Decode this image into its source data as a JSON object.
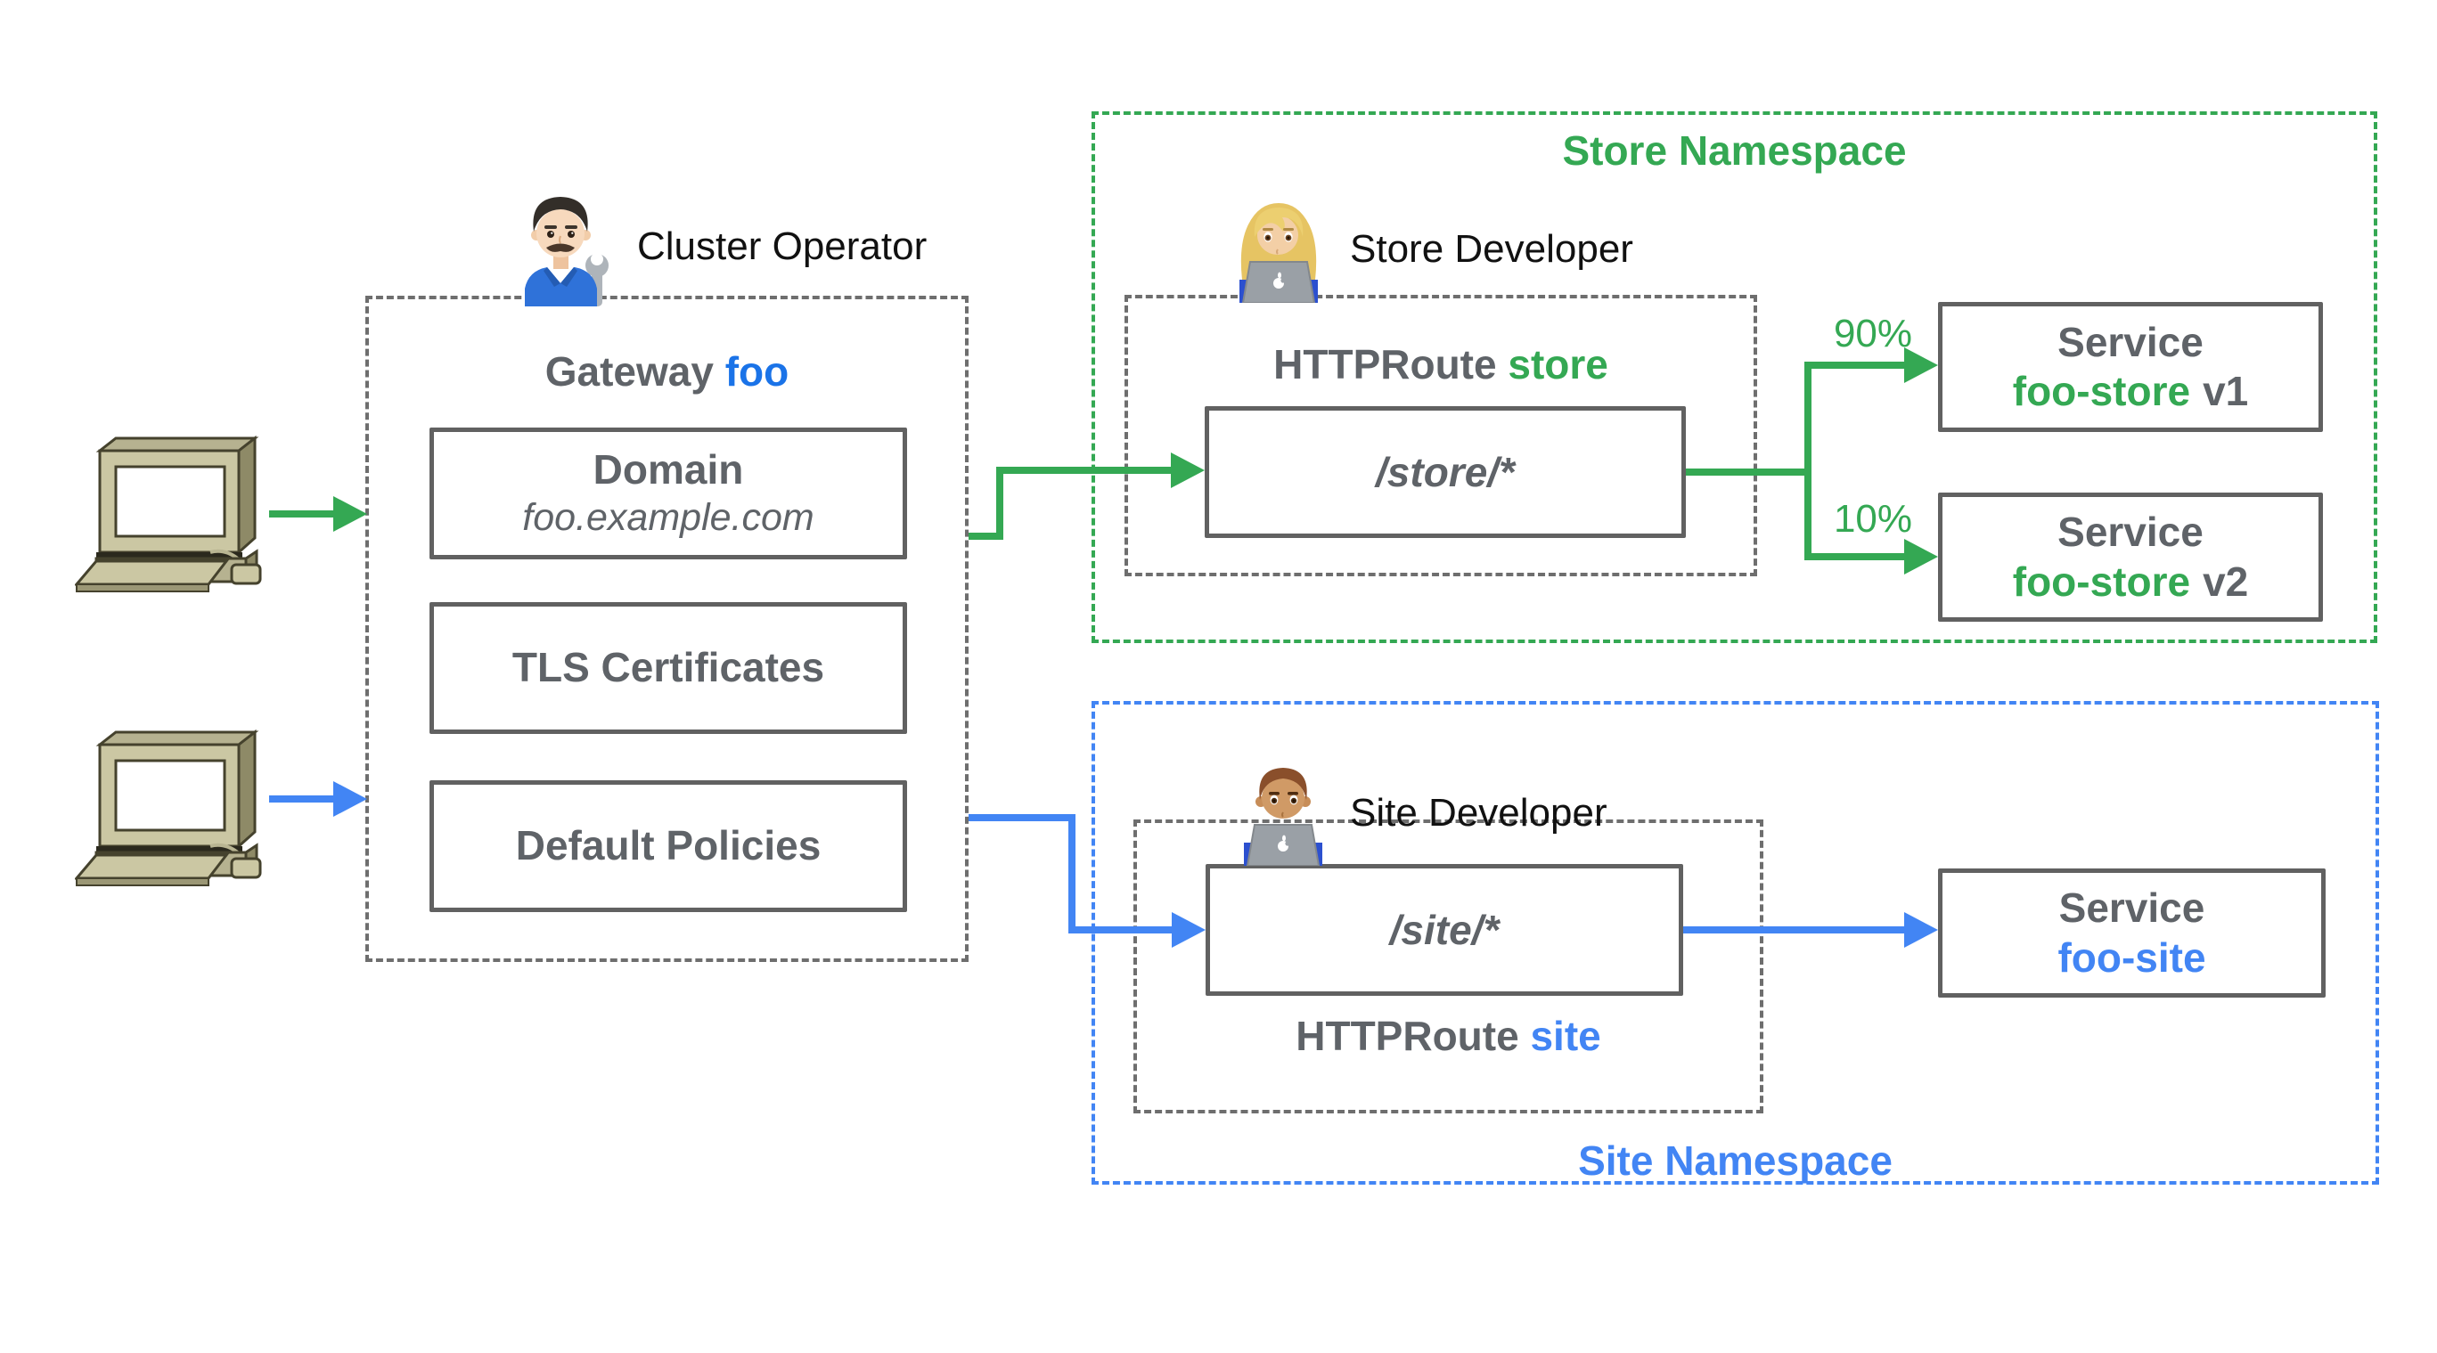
{
  "colors": {
    "green": "#34a853",
    "blue": "#4285f4",
    "foo_blue": "#1a73e8",
    "gray_text": "#5f6368",
    "border_gray": "#616161",
    "dash_gray": "#6e6e6e",
    "black": "#111111"
  },
  "clients": {
    "icon": "retro-desktop-computer",
    "count": 2
  },
  "actors": {
    "cluster_operator": {
      "label": "Cluster Operator",
      "icon": "man-mechanic-emoji"
    },
    "store_developer": {
      "label": "Store Developer",
      "icon": "woman-technologist-emoji"
    },
    "site_developer": {
      "label": "Site Developer",
      "icon": "man-technologist-emoji"
    }
  },
  "gateway": {
    "title_prefix": "Gateway",
    "title_name": "foo",
    "domain_box": {
      "title": "Domain",
      "value": "foo.example.com"
    },
    "tls_box": {
      "title": "TLS Certificates"
    },
    "policies_box": {
      "title": "Default Policies"
    }
  },
  "store_namespace": {
    "title": "Store Namespace",
    "route": {
      "kind": "HTTPRoute",
      "name": "store",
      "path": "/store/*"
    },
    "split": [
      {
        "weight": "90%",
        "service": {
          "kind": "Service",
          "name": "foo-store",
          "version": "v1"
        }
      },
      {
        "weight": "10%",
        "service": {
          "kind": "Service",
          "name": "foo-store",
          "version": "v2"
        }
      }
    ]
  },
  "site_namespace": {
    "title": "Site Namespace",
    "route": {
      "kind": "HTTPRoute",
      "name": "site",
      "path": "/site/*"
    },
    "service": {
      "kind": "Service",
      "name": "foo-site"
    }
  }
}
